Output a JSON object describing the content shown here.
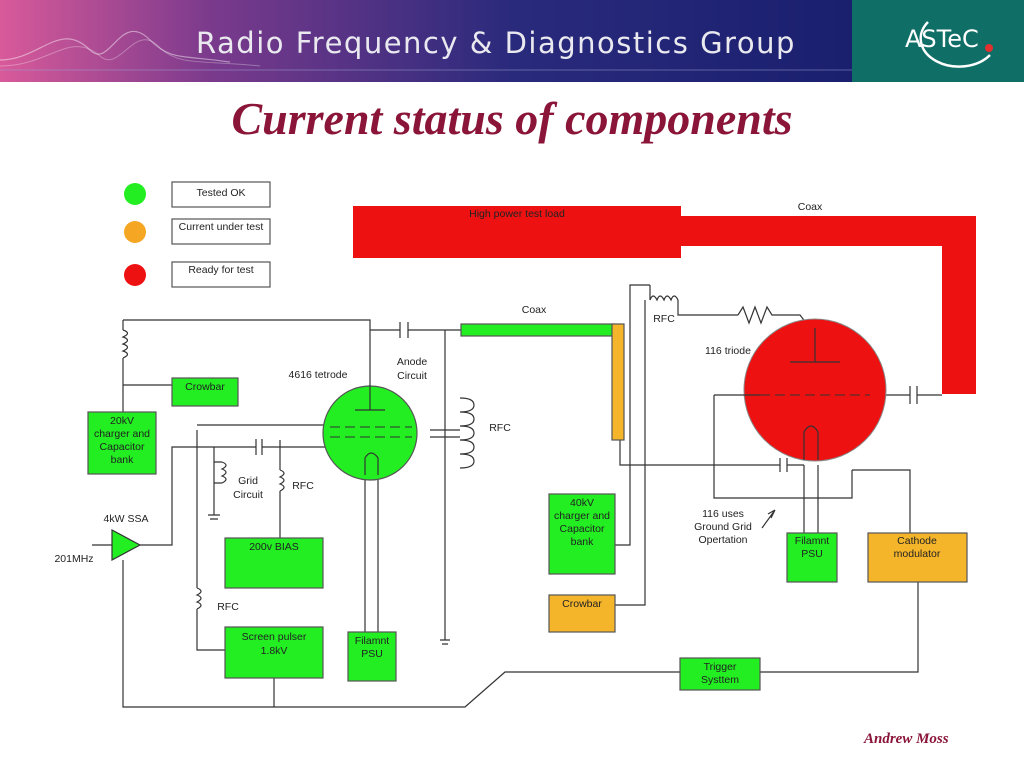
{
  "header": {
    "title": "Radio Frequency & Diagnostics Group",
    "logo_text": "ASTeC",
    "colors": {
      "banner_left": "#d85a9a",
      "banner_right": "#1a1f6e",
      "logo_bg": "#0f6e66",
      "logo_dot": "#e03030"
    }
  },
  "title": "Current status  of components",
  "legend": [
    {
      "label": "Tested OK",
      "color": "#22ee22"
    },
    {
      "label": "Current under test",
      "color": "#f5a623"
    },
    {
      "label": "Ready for test",
      "color": "#ee1111"
    }
  ],
  "colors": {
    "green": "#22ee22",
    "orange": "#f5b52a",
    "red": "#ee1111"
  },
  "components": {
    "high_power_load": "High power test load",
    "coax_top": "Coax",
    "coax_mid": "Coax",
    "rfc_top": "RFC",
    "triode": "116 triode",
    "tetrode": "4616 tetrode",
    "anode_circuit_1": "Anode",
    "anode_circuit_2": "Circuit",
    "rfc_anode": "RFC",
    "crowbar_1": "Crowbar",
    "charger20_1": "20kV",
    "charger20_2": "charger and",
    "charger20_3": "Capacitor",
    "charger20_4": "bank",
    "grid_circuit_1": "Grid",
    "grid_circuit_2": "Circuit",
    "rfc_grid": "RFC",
    "ssa": "4kW SSA",
    "freq": "201MHz",
    "bias": "200v BIAS",
    "rfc_screen": "RFC",
    "screen_pulser_1": "Screen pulser",
    "screen_pulser_2": "1.8kV",
    "filament_left_1": "Filamnt",
    "filament_left_2": "PSU",
    "charger40_1": "40kV",
    "charger40_2": "charger and",
    "charger40_3": "Capacitor",
    "charger40_4": "bank",
    "crowbar_2": "Crowbar",
    "ground_grid_1": "116 uses",
    "ground_grid_2": "Ground Grid",
    "ground_grid_3": "Opertation",
    "filament_right_1": "Filamnt",
    "filament_right_2": "PSU",
    "cathode_mod_1": "Cathode",
    "cathode_mod_2": "modulator",
    "trigger_1": "Trigger",
    "trigger_2": "Systtem"
  },
  "author": "Andrew Moss"
}
